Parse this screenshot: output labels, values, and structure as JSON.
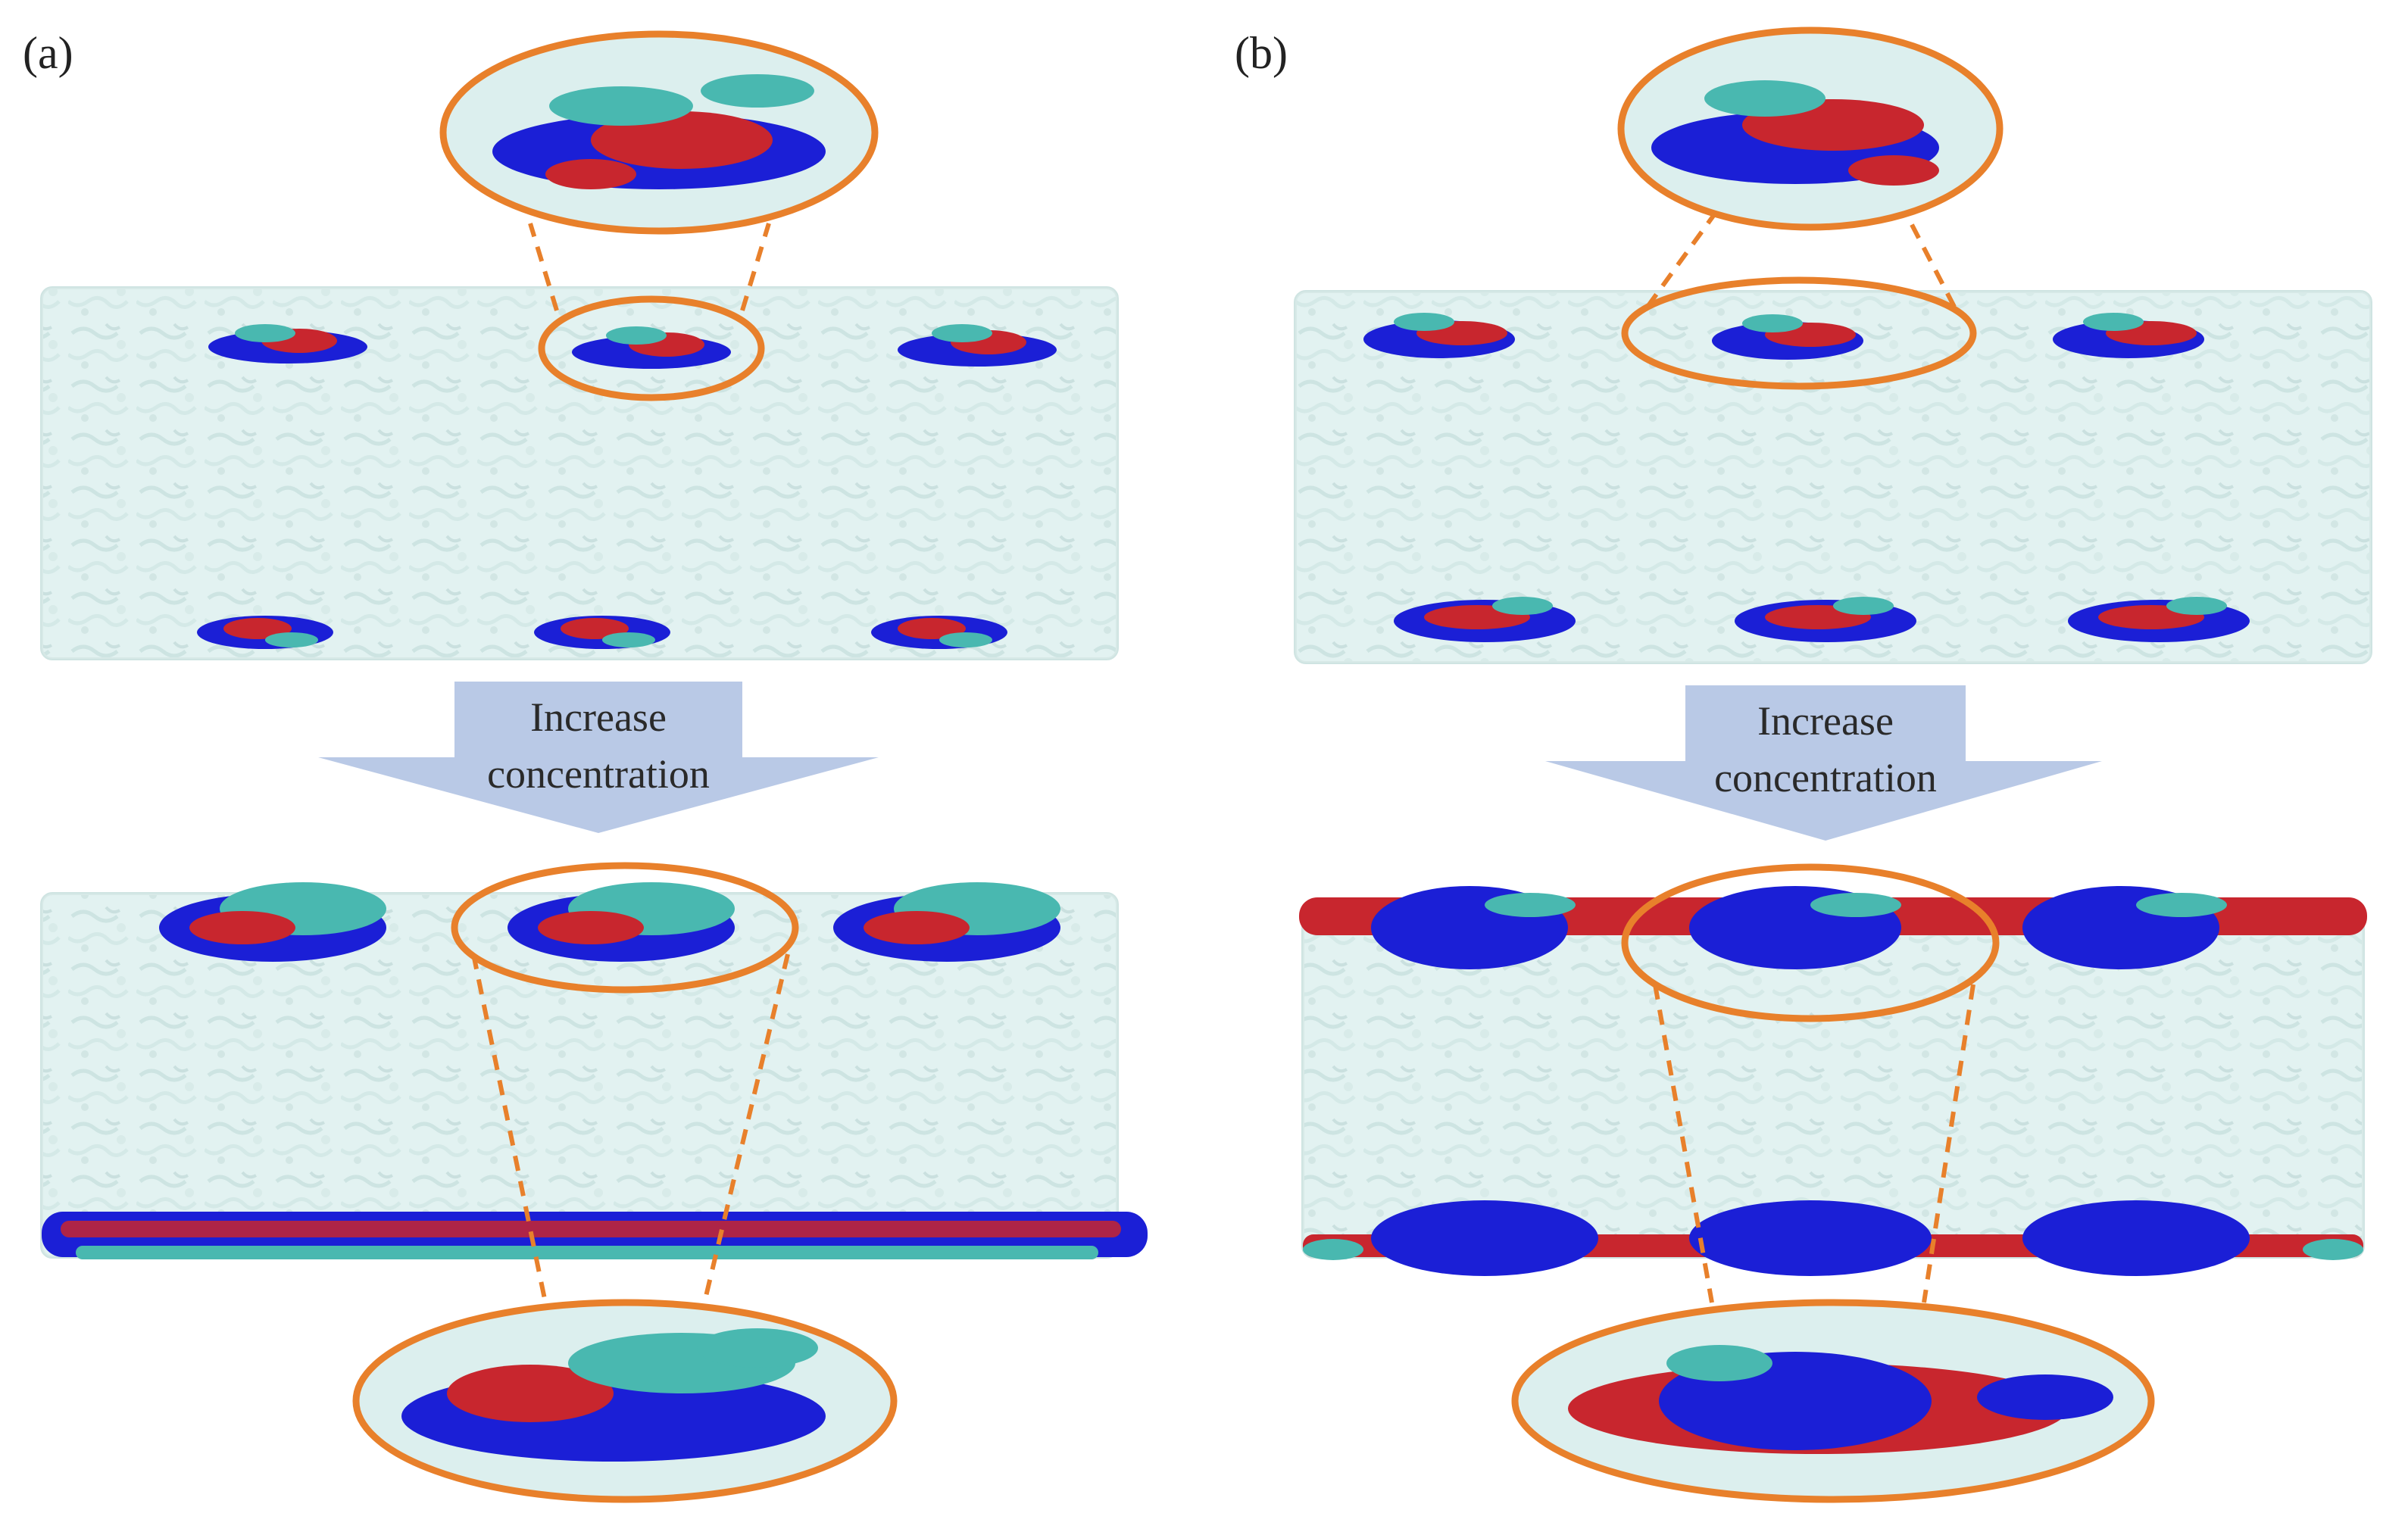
{
  "panels": [
    {
      "label": "(a)",
      "arrow_text": [
        "Increase",
        "concentration"
      ]
    },
    {
      "label": "(b)",
      "arrow_text": [
        "Increase",
        "concentration"
      ]
    }
  ],
  "colors": {
    "water_box": "#dcefee",
    "water_texture": "#c2dedc",
    "red_segment": "#c8262e",
    "blue_segment": "#1b1fd6",
    "cyan_segment": "#49b8b0",
    "highlight": "#e8802b",
    "arrow_fill": "#b9c9e6"
  }
}
